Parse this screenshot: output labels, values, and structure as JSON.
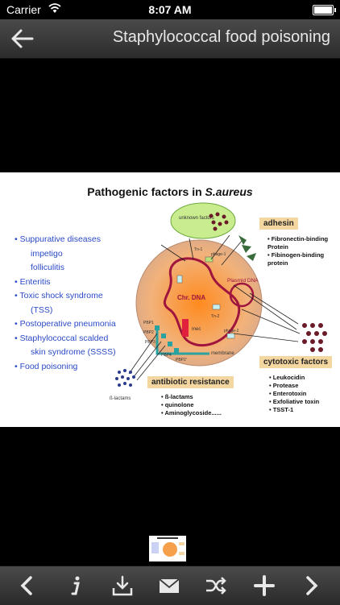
{
  "status": {
    "carrier": "Carrier",
    "time": "8:07 AM"
  },
  "nav": {
    "title": "Staphylococcal food poisoning",
    "back_icon": "back-arrow-icon"
  },
  "slide": {
    "title_prefix": "Pathogenic factors in ",
    "title_species": "S.aureus",
    "bullets": [
      "Suppurative diseases",
      "impetigo",
      "folliculitis",
      "Enteritis",
      "Toxic shock syndrome",
      "(TSS)",
      "Postoperative pneumonia",
      "Staphylococcal scalded",
      "skin syndrome (SSSS)",
      "Food poisoning"
    ],
    "diagram": {
      "unknown_factors": "unknown factors",
      "chr_dna": "Chr. DNA",
      "plasmid_dna": "Plasmid DNA",
      "membrane": "membrane",
      "mec": "mec",
      "phage1": "phage-1",
      "phage2": "phage-2",
      "tn1": "Tn-1",
      "tn2": "Tn-2",
      "pbp_labels": [
        "PBP1",
        "PBP2",
        "PBP3",
        "PBP4",
        "PBP2'"
      ],
      "beta_lactams_label": "ß-lactams",
      "adhesin": {
        "title": "adhesin",
        "items": [
          "Fibronectin-binding Protein",
          "Fibinogen-binding protein"
        ]
      },
      "cytotoxic": {
        "title": "cytotoxic factors",
        "items": [
          "Leukocidin",
          "Protease",
          "Enterotoxin",
          "Exfoliative toxin",
          "TSST-1"
        ]
      },
      "antibiotic": {
        "title": "antibiotic resistance",
        "items": [
          "ß-lactams",
          "quinolone",
          "Aminoglycoside......"
        ]
      },
      "colors": {
        "cell": "#f6a04c",
        "dna": "#a0153e",
        "bullets": "#2b4ac7",
        "box": "#f4d6a0"
      }
    }
  },
  "toolbar": {
    "icons": [
      "prev-icon",
      "info-icon",
      "download-icon",
      "mail-icon",
      "shuffle-icon",
      "add-icon",
      "next-icon"
    ]
  }
}
